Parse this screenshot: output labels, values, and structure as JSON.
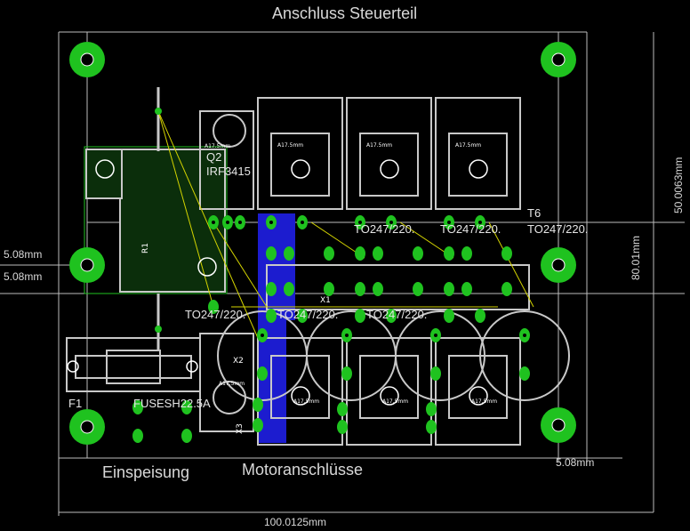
{
  "titles": {
    "top": "Anschluss Steuerteil",
    "bottom_left": "Einspeisung",
    "bottom_mid": "Motoranschlüsse"
  },
  "dimensions": {
    "width": "100.0125mm",
    "height": "80.01mm",
    "height_right": "50.0063mm",
    "left_a": "5.08mm",
    "left_b": "5.08mm",
    "bottom_right": "5.08mm"
  },
  "parts": {
    "q2_name": "Q2",
    "q2_type": "IRF3415",
    "t6_name": "T6",
    "t6_type": "TO247/220.",
    "r1": "R1",
    "f1": "F1",
    "fuse": "FUSESH22.5A",
    "pkg_a": "TO247/220.",
    "pkg_b": "TO247/220.",
    "pkg_c": "TO247/220.",
    "pkg_d": "TO247/220.",
    "pkg_e": "TO247/220.",
    "x2": "X2",
    "x3": "X3",
    "x1": "X1",
    "hole": "A17.5mm"
  },
  "colors": {
    "background": "#000000",
    "pad": "#1fc21f",
    "silkscreen": "#c8c8c8",
    "copper_blue": "#1c1ccf",
    "airwire": "#d4d400",
    "dim_line": "#bdbdbd"
  }
}
